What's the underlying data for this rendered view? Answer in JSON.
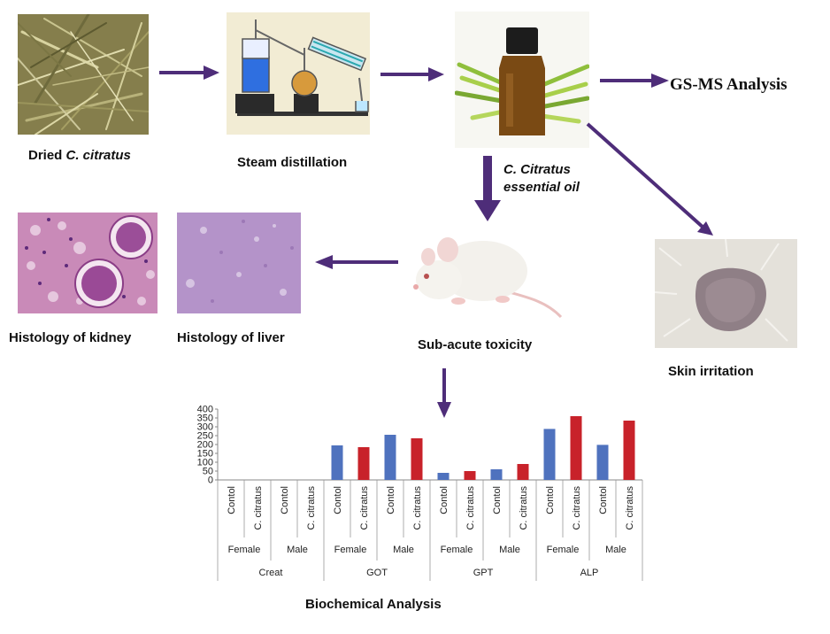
{
  "labels": {
    "dried": {
      "prefix": "Dried ",
      "species": "C. citratus"
    },
    "steam": "Steam distillation",
    "oil_line1": "C. Citratus",
    "oil_line2": "essential oil",
    "gsms": "GS-MS Analysis",
    "kidney": "Histology of kidney",
    "liver": "Histology of liver",
    "subacute": "Sub-acute toxicity",
    "skin": "Skin irritation",
    "biochem": "Biochemical Analysis"
  },
  "chart_data": {
    "type": "bar",
    "ylim": [
      0,
      400
    ],
    "yticks": [
      0,
      50,
      100,
      150,
      200,
      250,
      300,
      350,
      400
    ],
    "groups": [
      "Creat",
      "GOT",
      "GPT",
      "ALP"
    ],
    "sexes": [
      "Female",
      "Male"
    ],
    "treatments": [
      "Contol",
      "C. citratus"
    ],
    "series": [
      {
        "name": "Contol",
        "color": "#4f72be",
        "values": [
          0,
          0,
          195,
          255,
          40,
          60,
          288,
          198
        ]
      },
      {
        "name": "C. citratus",
        "color": "#c8222a",
        "values": [
          0,
          0,
          185,
          235,
          50,
          90,
          360,
          335
        ]
      }
    ]
  }
}
